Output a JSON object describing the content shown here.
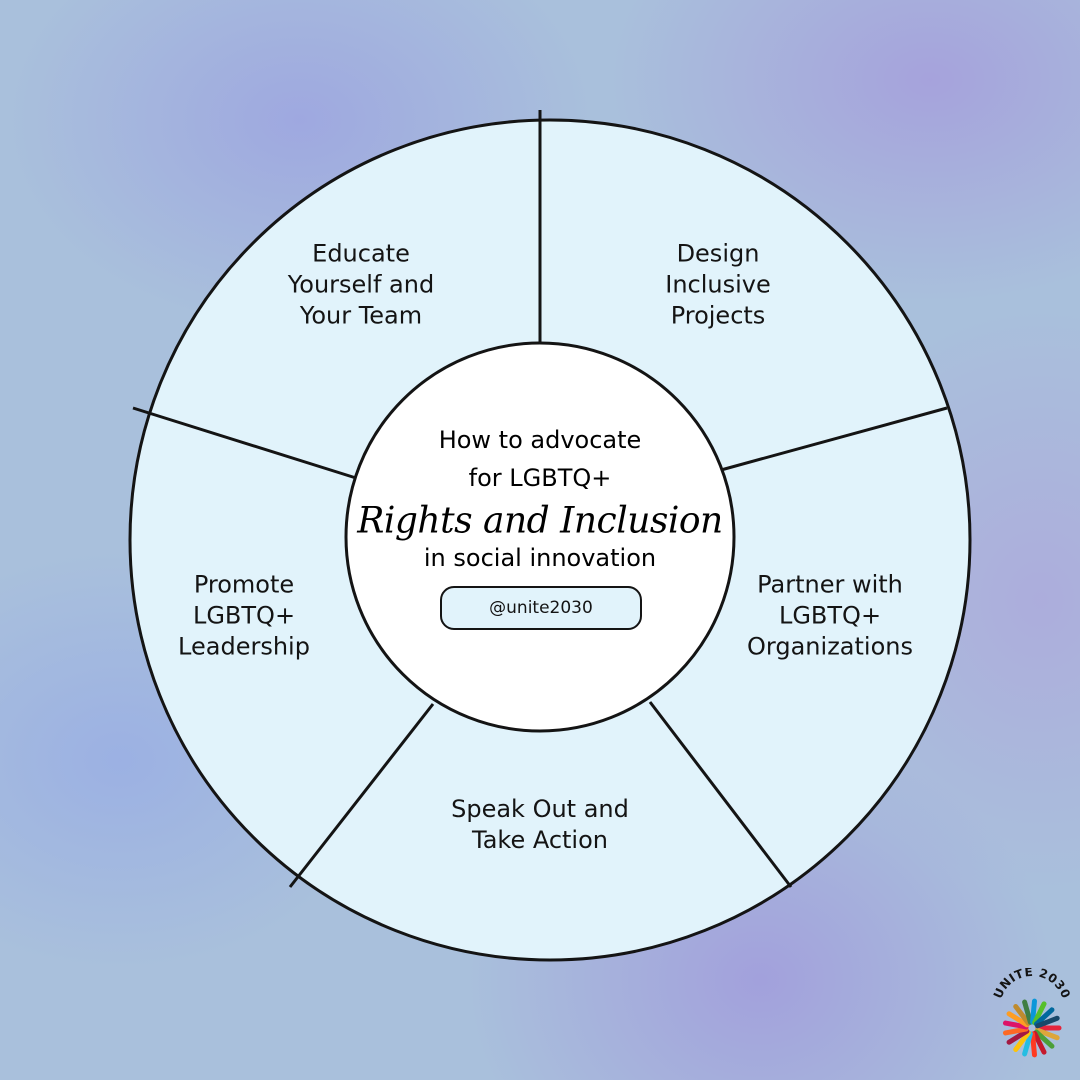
{
  "diagram": {
    "segments": [
      {
        "id": "educate",
        "label": "Educate\nYourself and\nYour Team"
      },
      {
        "id": "design",
        "label": "Design\nInclusive\nProjects"
      },
      {
        "id": "partner",
        "label": "Partner with\nLGBTQ+\nOrganizations"
      },
      {
        "id": "speak",
        "label": "Speak Out and\nTake Action"
      },
      {
        "id": "promote",
        "label": "Promote\nLGBTQ+\nLeadership"
      }
    ],
    "center": {
      "line1": "How to advocate",
      "line2": "for LGBTQ+",
      "heading": "Rights and Inclusion",
      "line3": "in social innovation",
      "handle": "@unite2030"
    }
  },
  "logo": {
    "text": "UNITE 2030",
    "ray_colors": [
      "#e5243b",
      "#dda63a",
      "#4c9f38",
      "#c5192d",
      "#ff3a21",
      "#26bde2",
      "#fcc30b",
      "#a21942",
      "#fd6925",
      "#dd1367",
      "#fd9d24",
      "#bf8b2e",
      "#3f7e44",
      "#0a97d9",
      "#56c02b",
      "#00689d",
      "#19486a"
    ]
  },
  "colors": {
    "segment_fill": "#e1f3fb",
    "outline": "#141414",
    "center_fill": "#ffffff"
  }
}
